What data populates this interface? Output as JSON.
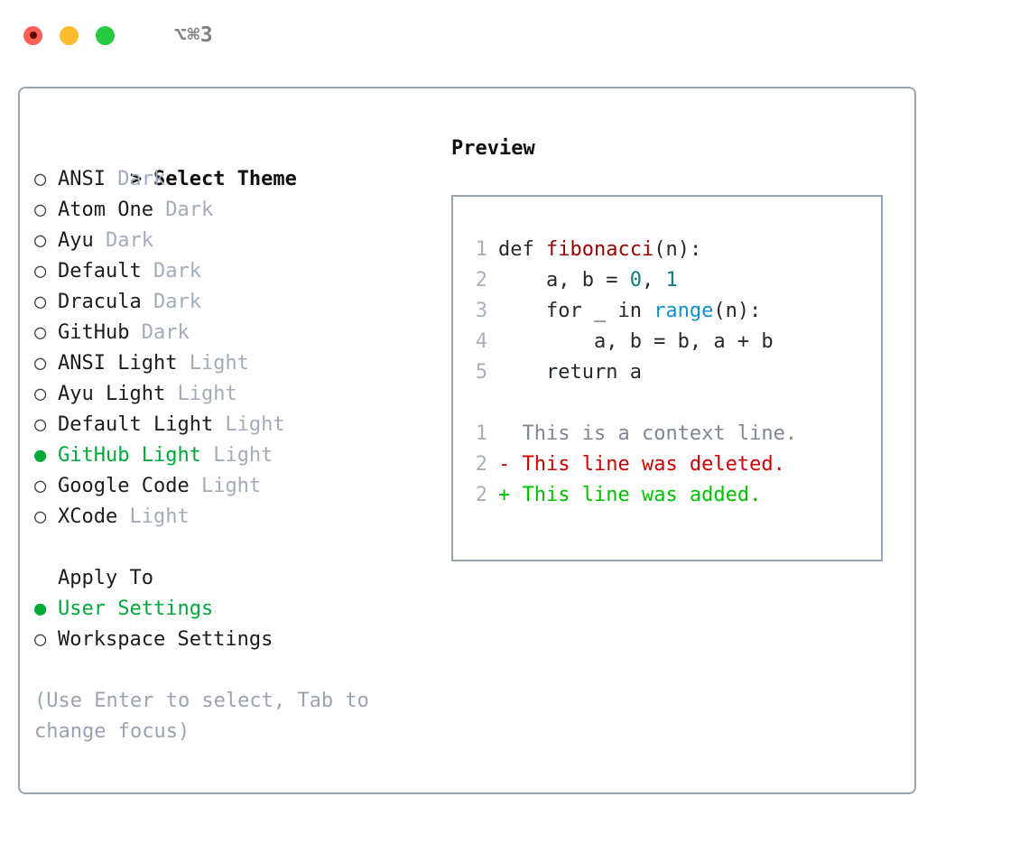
{
  "titlebar": {
    "shortcut": "⌥⌘3",
    "buttons": [
      "close",
      "minimize",
      "maximize"
    ]
  },
  "theme_picker": {
    "heading_marker": ">",
    "heading": "Select Theme",
    "items": [
      {
        "marker": "○",
        "name": "ANSI",
        "suffix": "Dark",
        "selected": false
      },
      {
        "marker": "○",
        "name": "Atom One",
        "suffix": "Dark",
        "selected": false
      },
      {
        "marker": "○",
        "name": "Ayu",
        "suffix": "Dark",
        "selected": false
      },
      {
        "marker": "○",
        "name": "Default",
        "suffix": "Dark",
        "selected": false
      },
      {
        "marker": "○",
        "name": "Dracula",
        "suffix": "Dark",
        "selected": false
      },
      {
        "marker": "○",
        "name": "GitHub",
        "suffix": "Dark",
        "selected": false
      },
      {
        "marker": "○",
        "name": "ANSI Light",
        "suffix": "Light",
        "selected": false
      },
      {
        "marker": "○",
        "name": "Ayu Light",
        "suffix": "Light",
        "selected": false
      },
      {
        "marker": "○",
        "name": "Default Light",
        "suffix": "Light",
        "selected": false
      },
      {
        "marker": "●",
        "name": "GitHub Light",
        "suffix": "Light",
        "selected": true
      },
      {
        "marker": "○",
        "name": "Google Code",
        "suffix": "Light",
        "selected": false
      },
      {
        "marker": "○",
        "name": "XCode",
        "suffix": "Light",
        "selected": false
      }
    ]
  },
  "apply_to": {
    "label": "Apply To",
    "items": [
      {
        "marker": "●",
        "name": "User Settings",
        "selected": true
      },
      {
        "marker": "○",
        "name": "Workspace Settings",
        "selected": false
      }
    ]
  },
  "hint": "(Use Enter to select, Tab to change focus)",
  "preview": {
    "title": "Preview",
    "code_lines": [
      {
        "num": "1",
        "segments": [
          {
            "text": "def ",
            "cls": ""
          },
          {
            "text": "fibonacci",
            "cls": "tok-fn"
          },
          {
            "text": "(n):",
            "cls": ""
          }
        ]
      },
      {
        "num": "2",
        "segments": [
          {
            "text": "    a, b = ",
            "cls": ""
          },
          {
            "text": "0",
            "cls": "tok-num"
          },
          {
            "text": ", ",
            "cls": ""
          },
          {
            "text": "1",
            "cls": "tok-num"
          }
        ]
      },
      {
        "num": "3",
        "segments": [
          {
            "text": "    for _ in ",
            "cls": ""
          },
          {
            "text": "range",
            "cls": "tok-built"
          },
          {
            "text": "(n):",
            "cls": ""
          }
        ]
      },
      {
        "num": "4",
        "segments": [
          {
            "text": "        a, b = b, a + b",
            "cls": ""
          }
        ]
      },
      {
        "num": "5",
        "segments": [
          {
            "text": "    return a",
            "cls": ""
          }
        ]
      }
    ],
    "diff_lines": [
      {
        "num": "1",
        "prefix": "  ",
        "text": "This is a context line.",
        "cls": "diff-ctx"
      },
      {
        "num": "2",
        "prefix": "- ",
        "text": "This line was deleted.",
        "cls": "diff-del"
      },
      {
        "num": "2",
        "prefix": "+ ",
        "text": "This line was added.",
        "cls": "diff-add"
      }
    ]
  },
  "colors": {
    "accent_green": "#00a838",
    "border": "#9aa5b4",
    "muted": "#9aa3b2",
    "line_number": "#a8b0bd",
    "diff_deleted": "#cc0000",
    "diff_added": "#00c000",
    "syntax_function": "#990000",
    "syntax_number": "#0f7b7b",
    "syntax_builtin": "#1090c9",
    "traffic_red": "#ff5f57",
    "traffic_yellow": "#febc2e",
    "traffic_green": "#28c840"
  }
}
